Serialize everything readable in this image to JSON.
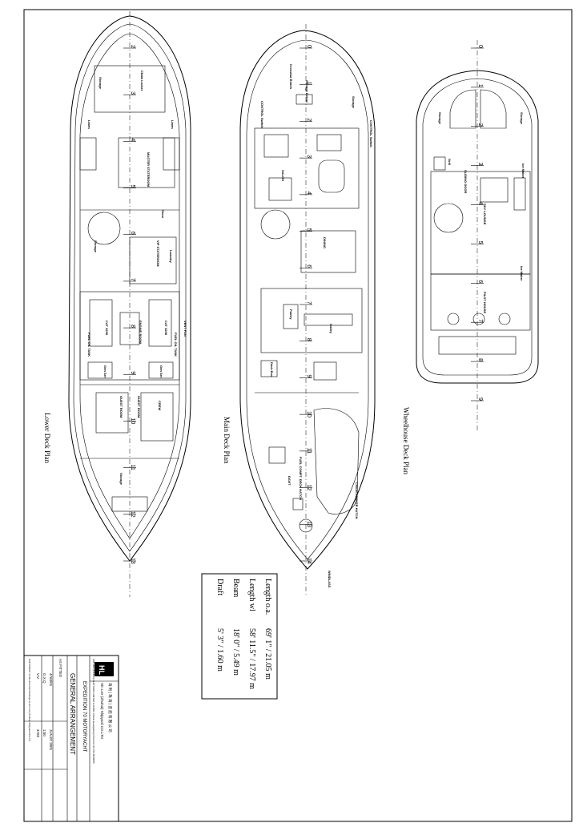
{
  "lower_deck": {
    "title": "Lower Deck Plan",
    "frames": [
      "2",
      "3",
      "4",
      "5",
      "6",
      "7",
      "8",
      "9",
      "10",
      "11",
      "12",
      "13"
    ],
    "labels": [
      "Storage",
      "Chain Locker",
      "Linen",
      "Linen",
      "MASTER STATEROOM",
      "VIP STATEROOM",
      "Store",
      "Laundry",
      "Storage",
      "ENGINE ROOM",
      "CAT 3208",
      "CAT 3208",
      "FUEL OIL TANK",
      "FUEL OIL TANK",
      "VENT FAN",
      "GUEST ROOM",
      "GUEST ROOM",
      "CREW",
      "Storage",
      "Gen Set",
      "Gen Set"
    ]
  },
  "main_deck": {
    "title": "Main Deck Plan",
    "frames": [
      "0",
      "1",
      "2",
      "3",
      "4",
      "5",
      "6",
      "7",
      "8",
      "9",
      "10",
      "11",
      "12",
      "13",
      "14"
    ],
    "labels": [
      "Storage Below",
      "Crossbar Bench",
      "Storage",
      "CONTROL Switch",
      "CONTROL Switch",
      "SALON",
      "DINING",
      "Galley",
      "Pantry",
      "Deck Box",
      "DAVIT",
      "CHAIN LOCKER HATCH",
      "FUEL COMPT. DECK HATCH",
      "WINDLASS"
    ]
  },
  "wheelhouse_deck": {
    "title": "Wheelhouse Deck Plan",
    "frames": [
      "0",
      "1",
      "2",
      "3",
      "4",
      "5",
      "6",
      "7",
      "8",
      "9"
    ],
    "labels": [
      "Storage",
      "Storage",
      "SLIDING DOOR",
      "SKY LOUNGE",
      "PILOT HOUSE",
      "Ice Maker",
      "Ice Maker",
      "Grill"
    ]
  },
  "specs": [
    {
      "label": "Length o.a.",
      "value": "69' 1\" / 21.05 m"
    },
    {
      "label": "Length wl",
      "value": "58' 11.5\" / 17.97 m"
    },
    {
      "label": "Beam",
      "value": "18' 0\" / 5.49 m"
    },
    {
      "label": "Draft",
      "value": "5' 3\" / 1.60 m"
    }
  ],
  "title_block": {
    "logo": "HL",
    "company_cn": "海 利 ( 珠 海 ) 造 船 有 限 公 司",
    "company": "Hin Lee (Zhuhai) Shipyard CO.LTD",
    "address": "HIN LEE (ZHUHAI) SHIPYARD LIMITED P.O.BOX Zhuhai Guangdong China Tel: 86-756-5528888",
    "project": "EXPEDITION 70 MOTORYACHT",
    "drawing_title": "GENERAL ARRANGEMENT",
    "status": "AS FITTED",
    "dwg_no": "4760/01",
    "date": "JUN.07 2001",
    "drawn": "G.X.Q",
    "scale": "1:50",
    "checked": "V.V.",
    "approved": "",
    "sheet": "4760",
    "notice": "COPYRIGHT of this document belongs to Hin Lee (Zhuhai) Shipyard CO.LTD."
  }
}
